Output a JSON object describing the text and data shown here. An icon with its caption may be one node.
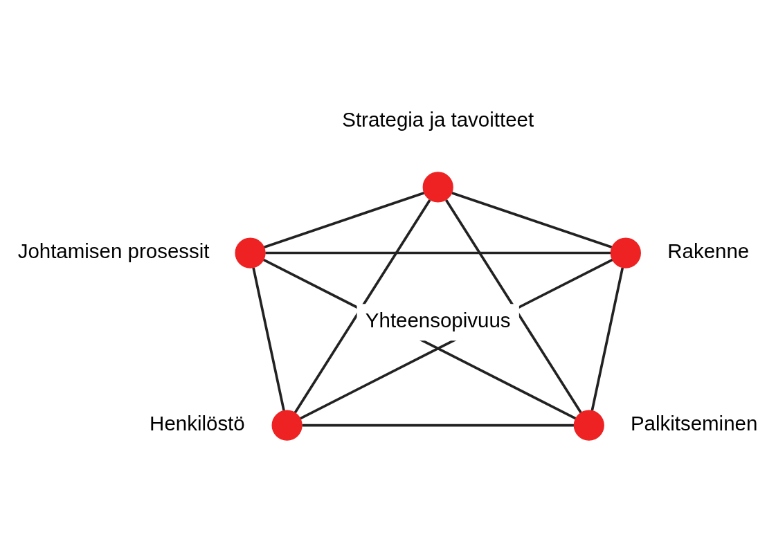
{
  "diagram": {
    "nodes": [
      {
        "text": [],
        "shape": "circle",
        "beside": [
          "Strategia ja tavoitteet"
        ]
      },
      {
        "text": [],
        "shape": "circle",
        "beside": [
          "Johtamisen prosessit"
        ]
      },
      {
        "text": [],
        "shape": "circle",
        "beside": [
          "Rakenne"
        ]
      },
      {
        "text": [],
        "shape": "circle",
        "beside": [
          "Henkilöstö"
        ]
      },
      {
        "text": [],
        "shape": "circle",
        "beside": [
          "Palkitseminen"
        ]
      }
    ],
    "edges": [
      {
        "from": 0,
        "to": 1,
        "arrow": "none"
      },
      {
        "from": 0,
        "to": 2,
        "arrow": "none"
      },
      {
        "from": 0,
        "to": 3,
        "arrow": "none"
      },
      {
        "from": 0,
        "to": 4,
        "arrow": "none"
      },
      {
        "from": 1,
        "to": 2,
        "arrow": "none"
      },
      {
        "from": 1,
        "to": 3,
        "arrow": "none"
      },
      {
        "from": 1,
        "to": 4,
        "arrow": "none"
      },
      {
        "from": 2,
        "to": 3,
        "arrow": "none"
      },
      {
        "from": 2,
        "to": 4,
        "arrow": "none"
      },
      {
        "from": 3,
        "to": 4,
        "arrow": "none"
      }
    ],
    "labels": [
      "Yhteensopivuus"
    ]
  }
}
